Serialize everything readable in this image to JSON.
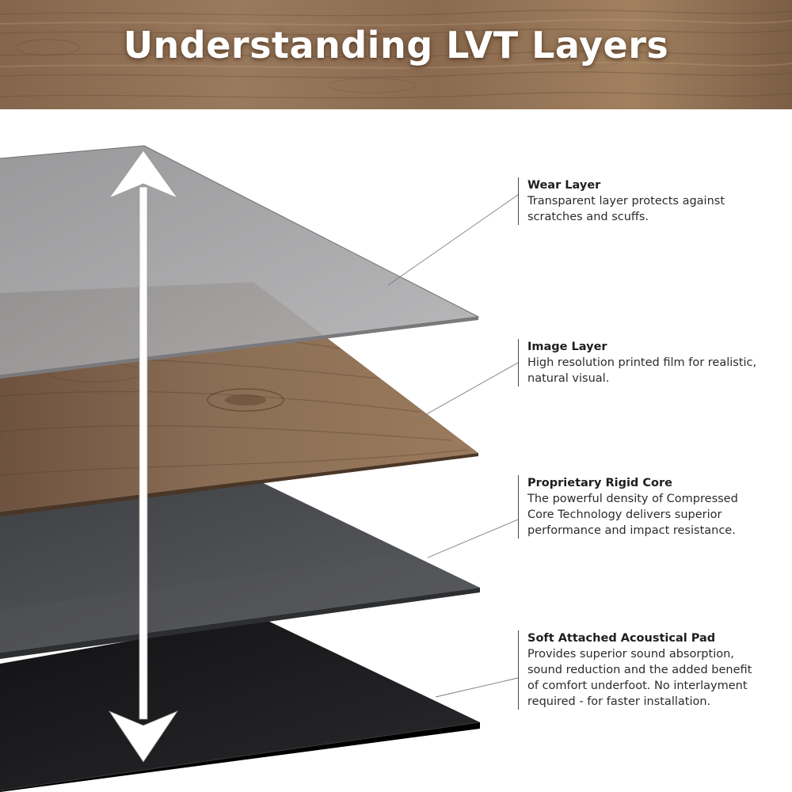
{
  "header": {
    "title": "Understanding LVT Layers"
  },
  "colors": {
    "wood_light": "#8a6d54",
    "wood_dark": "#6e5240",
    "wear_layer": "#9c9c9e",
    "rigid_core": "#4f5154",
    "acoustic_pad": "#1b1b1d",
    "arrow": "#ffffff"
  },
  "icons": {
    "thickness_arrow": "double-headed-vertical-arrow"
  },
  "layers": [
    {
      "id": "wear",
      "title": "Wear Layer",
      "lines": [
        "Transparent layer protects against",
        "scratches and scuffs."
      ]
    },
    {
      "id": "image",
      "title": "Image Layer",
      "lines": [
        "High resolution printed film for realistic,",
        "natural visual."
      ]
    },
    {
      "id": "core",
      "title": "Proprietary Rigid Core",
      "lines": [
        "The powerful density of Compressed",
        "Core Technology delivers superior",
        "performance and impact resistance."
      ]
    },
    {
      "id": "pad",
      "title": "Soft Attached Acoustical Pad",
      "lines": [
        "Provides superior sound absorption,",
        "sound reduction and the added benefit",
        "of comfort underfoot. No interlayment",
        "required - for faster installation."
      ]
    }
  ]
}
